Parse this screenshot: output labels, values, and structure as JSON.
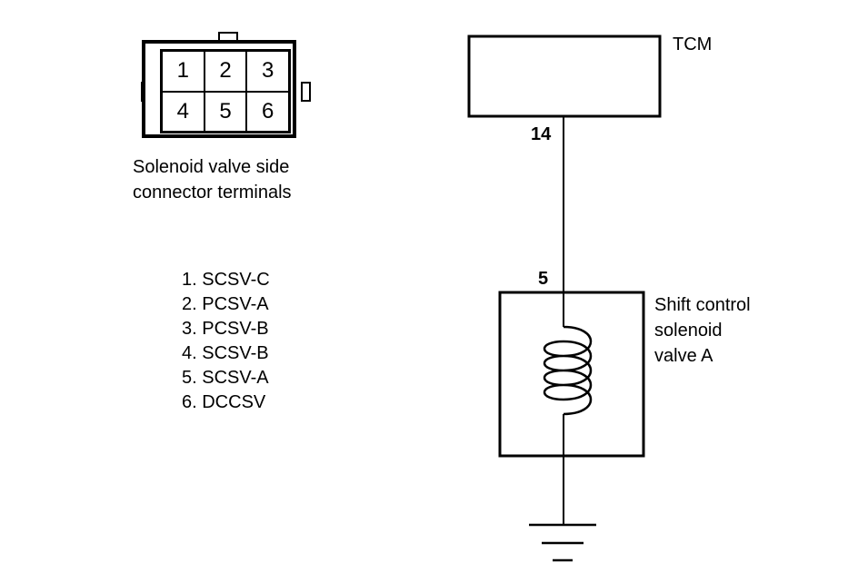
{
  "connector": {
    "pins": [
      "1",
      "2",
      "3",
      "4",
      "5",
      "6"
    ],
    "caption_line1": "Solenoid valve side",
    "caption_line2": "connector terminals"
  },
  "legend": [
    "1. SCSV-C",
    "2. PCSV-A",
    "3. PCSV-B",
    "4. SCSV-B",
    "5. SCSV-A",
    "6. DCCSV"
  ],
  "tcm": {
    "label": "TCM",
    "pin": "14"
  },
  "solenoid": {
    "pin": "5",
    "label_line1": "Shift control",
    "label_line2": "solenoid",
    "label_line3": "valve A"
  }
}
